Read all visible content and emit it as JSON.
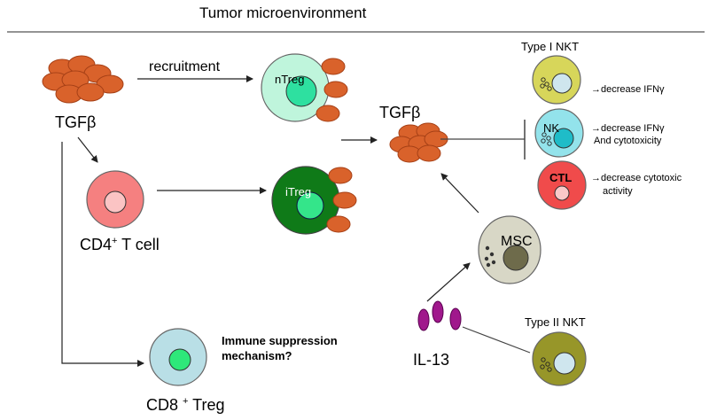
{
  "title": "Tumor microenvironment",
  "labels": {
    "tgfb_source": "TGFβ",
    "recruitment": "recruitment",
    "ntreg": "nTreg",
    "itreg": "iTreg",
    "cd4_base": "CD4",
    "cd4_sup": "+",
    "cd4_suffix": " T cell",
    "cd8_base": "CD8 ",
    "cd8_sup": "+",
    "cd8_suffix": " Treg",
    "immune_q_line1": "Immune suppression",
    "immune_q_line2": "mechanism?",
    "tgfb_center": "TGFβ",
    "msc": "MSC",
    "il13": "IL-13",
    "type1_nkt": "Type I NKT",
    "type2_nkt": "Type II NKT",
    "nk": "NK",
    "ctl": "CTL"
  },
  "effects": {
    "nkt1": "→decrease IFNγ",
    "nk_line1": "→decrease IFNγ",
    "nk_line2": "And cytotoxicity",
    "ctl_line1": "→decrease cytotoxic",
    "ctl_line2": "activity"
  },
  "colors": {
    "tgfb": "#d9622b",
    "ntreg_outer": "#bff5dc",
    "ntreg_inner": "#2ee0a0",
    "itreg_outer": "#0f7a18",
    "itreg_inner": "#34e58a",
    "cd4_outer": "#f58080",
    "cd4_inner": "#fbc4c4",
    "cd8_outer": "#b9dfe6",
    "cd8_inner": "#2ee87a",
    "nkt1_outer": "#d7d65a",
    "nkt2_outer": "#979629",
    "nk_outer": "#93e3eb",
    "nk_inner": "#1fbcc8",
    "ctl_outer": "#f04b4b",
    "ctl_inner": "#f9c9c9",
    "msc_outer": "#d8d7c6",
    "msc_inner": "#6e6b4b",
    "il13": "#a0188c"
  }
}
